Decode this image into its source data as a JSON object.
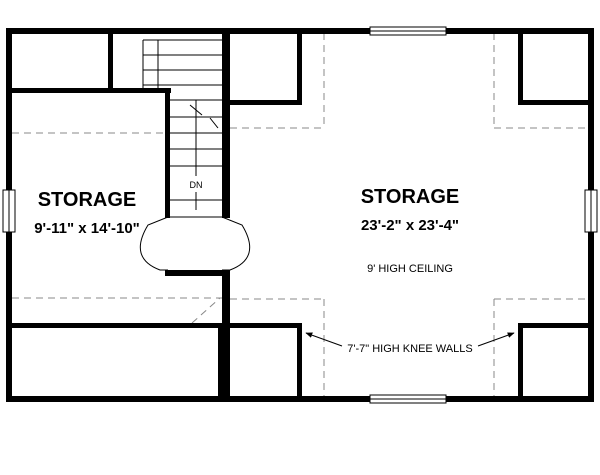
{
  "rooms": {
    "left": {
      "name": "STORAGE",
      "size": "9'-11\" x 14'-10\""
    },
    "right": {
      "name": "STORAGE",
      "size": "23'-2\" x 23'-4\"",
      "ceiling": "9'  HIGH CEILING"
    }
  },
  "stair": {
    "label": "DN"
  },
  "annotations": {
    "knee_walls": "7'-7\" HIGH KNEE WALLS"
  },
  "colors": {
    "wall": "#000000",
    "background": "#ffffff",
    "dashed_line": "#888888"
  }
}
